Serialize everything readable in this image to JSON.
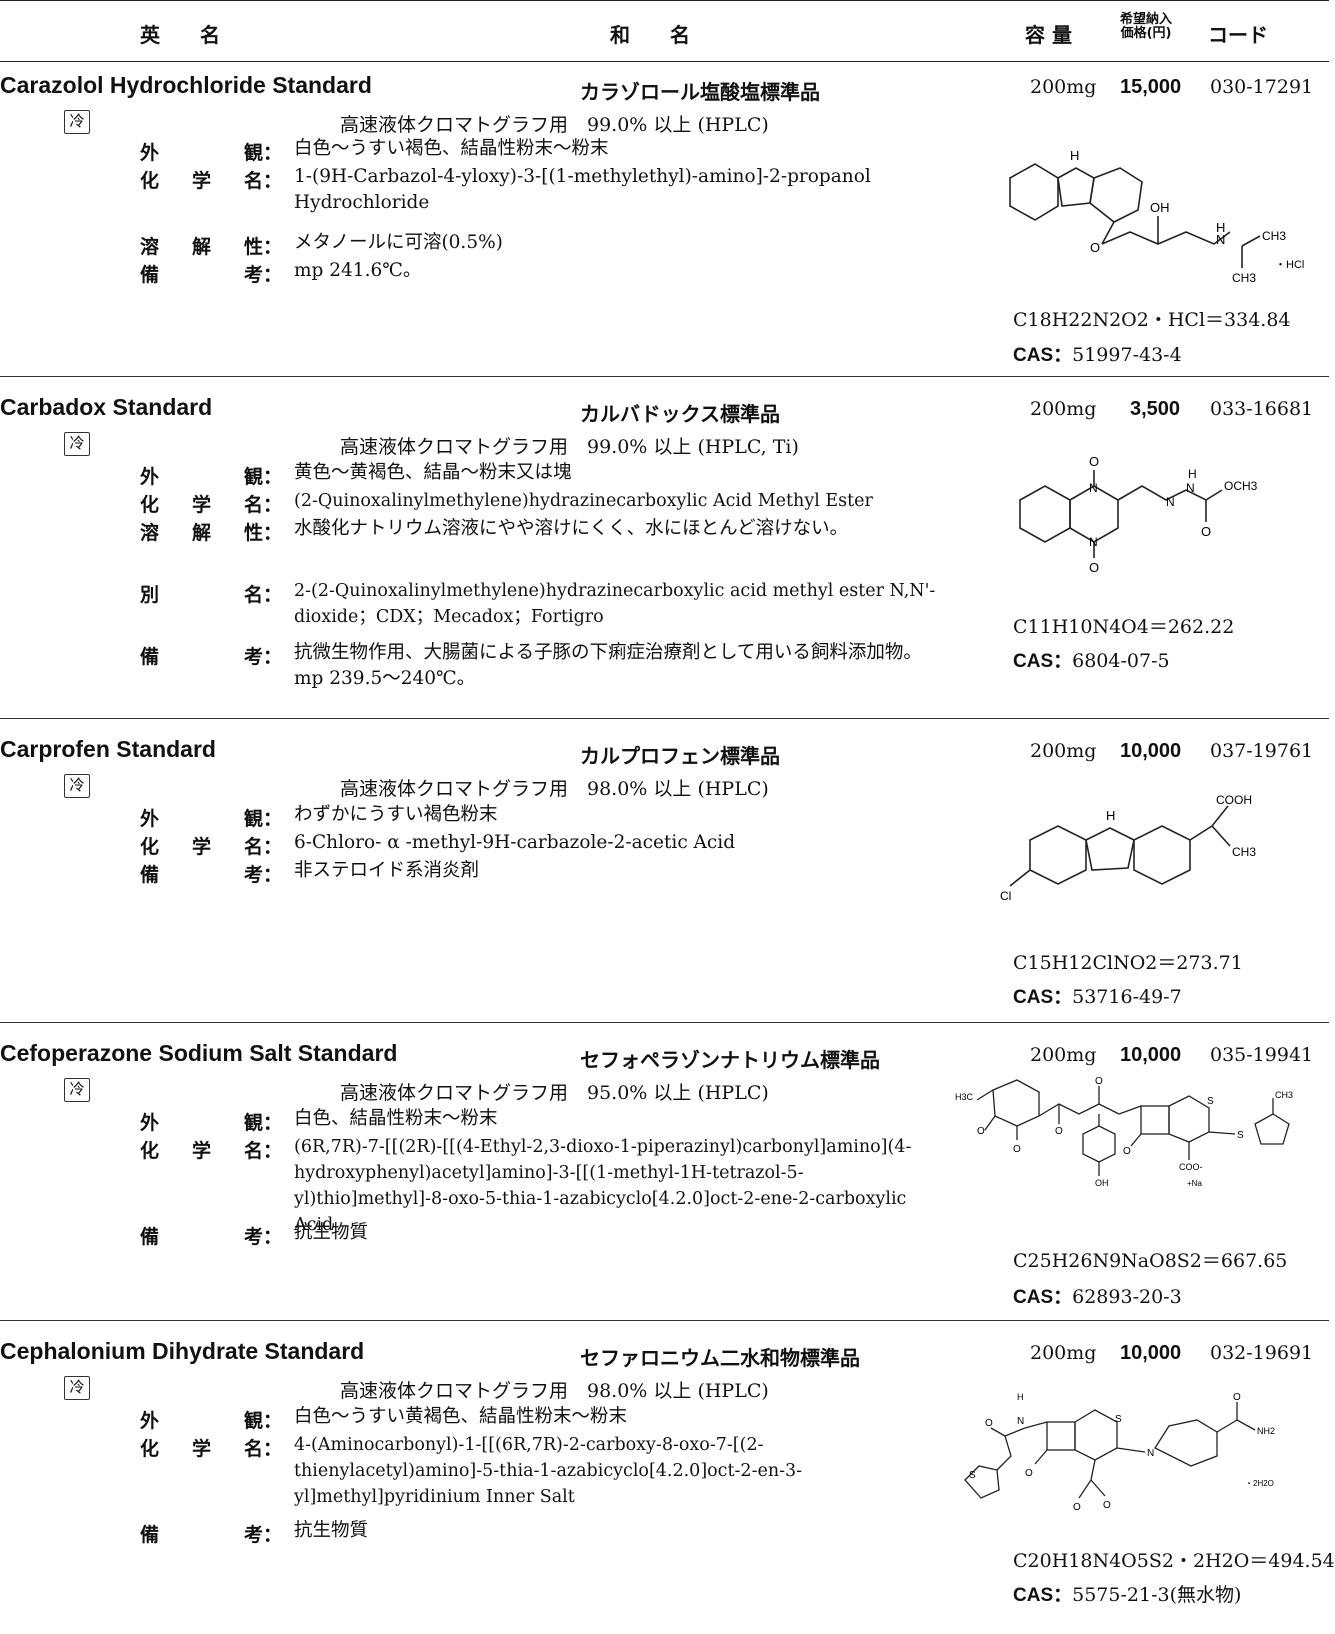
{
  "header": {
    "en": "英　　名",
    "ja": "和　　名",
    "capacity": "容 量",
    "price_line1": "希望納入",
    "price_line2": "価格(円)",
    "code": "コード"
  },
  "cold_mark": "冷",
  "labels": {
    "appearance": [
      "外",
      "観"
    ],
    "chem": [
      "化",
      "学",
      "名"
    ],
    "solub": [
      "溶",
      "解",
      "性"
    ],
    "alias": [
      "別",
      "名"
    ],
    "note": [
      "備",
      "考"
    ]
  },
  "entries": [
    {
      "en": "Carazolol Hydrochloride Standard",
      "ja": "カラゾロール塩酸塩標準品",
      "capacity": "200mg",
      "price": "15,000",
      "code": "030-17291",
      "grade": "高速液体クロマトグラフ用　99.0% 以上 (HPLC)",
      "appearance": "白色～うすい褐色、結晶性粉末～粉末",
      "chem_name": "1-(9H-Carbazol-4-yloxy)-3-[(1-methylethyl)-amino]-2-propanol Hydrochloride",
      "solubility": "メタノールに可溶(0.5%)",
      "note": "mp 241.6℃。",
      "formula": "C18H22N2O2・HCl＝334.84",
      "cas": "51997-43-4"
    },
    {
      "en": "Carbadox Standard",
      "ja": "カルバドックス標準品",
      "capacity": "200mg",
      "price": "3,500",
      "code": "033-16681",
      "grade": "高速液体クロマトグラフ用　99.0% 以上 (HPLC, Ti)",
      "appearance": "黄色～黄褐色、結晶～粉末又は塊",
      "chem_name": "(2-Quinoxalinylmethylene)hydrazinecarboxylic Acid Methyl Ester",
      "solubility": "水酸化ナトリウム溶液にやや溶けにくく、水にほとんど溶けない。",
      "alias": "2-(2-Quinoxalinylmethylene)hydrazinecarboxylic acid methyl ester N,N'-dioxide；CDX；Mecadox；Fortigro",
      "note": "抗微生物作用、大腸菌による子豚の下痢症治療剤として用いる飼料添加物。mp 239.5～240℃。",
      "formula": "C11H10N4O4＝262.22",
      "cas": "6804-07-5"
    },
    {
      "en": "Carprofen Standard",
      "ja": "カルプロフェン標準品",
      "capacity": "200mg",
      "price": "10,000",
      "code": "037-19761",
      "grade": "高速液体クロマトグラフ用　98.0% 以上 (HPLC)",
      "appearance": "わずかにうすい褐色粉末",
      "chem_name": "6-Chloro- α -methyl-9H-carbazole-2-acetic Acid",
      "note": "非ステロイド系消炎剤",
      "formula": "C15H12ClNO2＝273.71",
      "cas": "53716-49-7"
    },
    {
      "en": "Cefoperazone Sodium Salt Standard",
      "ja": "セフォペラゾンナトリウム標準品",
      "capacity": "200mg",
      "price": "10,000",
      "code": "035-19941",
      "grade": "高速液体クロマトグラフ用　95.0% 以上 (HPLC)",
      "appearance": "白色、結晶性粉末～粉末",
      "chem_name": "(6R,7R)-7-[[(2R)-[[(4-Ethyl-2,3-dioxo-1-piperazinyl)carbonyl]amino](4-hydroxyphenyl)acetyl]amino]-3-[[(1-methyl-1H-tetrazol-5-yl)thio]methyl]-8-oxo-5-thia-1-azabicyclo[4.2.0]oct-2-ene-2-carboxylic Acid",
      "note": "抗生物質",
      "formula": "C25H26N9NaO8S2＝667.65",
      "cas": "62893-20-3"
    },
    {
      "en": "Cephalonium Dihydrate Standard",
      "ja": "セファロニウム二水和物標準品",
      "capacity": "200mg",
      "price": "10,000",
      "code": "032-19691",
      "grade": "高速液体クロマトグラフ用　98.0% 以上 (HPLC)",
      "appearance": "白色～うすい黄褐色、結晶性粉末～粉末",
      "chem_name": "4-(Aminocarbonyl)-1-[[(6R,7R)-2-carboxy-8-oxo-7-[(2-thienylacetyl)amino]-5-thia-1-azabicyclo[4.2.0]oct-2-en-3-yl]methyl]pyridinium Inner Salt",
      "note": "抗生物質",
      "formula": "C20H18N4O5S2・2H2O＝494.54",
      "cas": "5575-21-3(無水物)"
    }
  ],
  "struct_labels": {
    "H": "H",
    "OH": "OH",
    "O": "O",
    "N": "N",
    "CH3": "CH3",
    "HCl": "・HCl",
    "OCH3": "OCH3",
    "COOH": "COOH",
    "Cl": "Cl",
    "H3C": "H3C",
    "S": "S",
    "COO": "COO-",
    "Na": "+Na",
    "NH2": "NH2",
    "H2O": "・2H2O"
  }
}
